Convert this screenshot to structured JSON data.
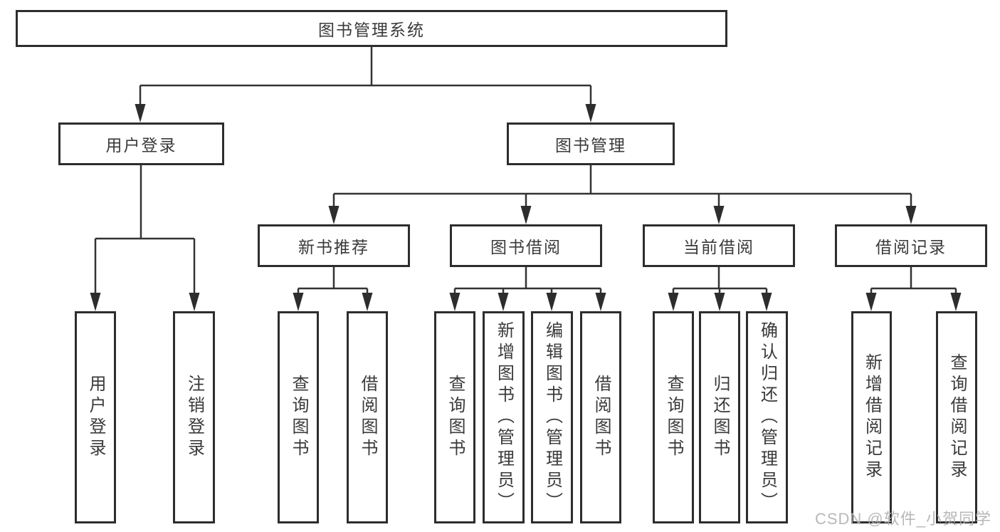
{
  "diagram": {
    "root_label": "图书管理系统",
    "branches": [
      {
        "label": "用户登录",
        "children": [
          "用户登录",
          "注销登录"
        ]
      },
      {
        "label": "图书管理",
        "groups": [
          {
            "label": "新书推荐",
            "children": [
              "查询图书",
              "借阅图书"
            ]
          },
          {
            "label": "图书借阅",
            "children": [
              "查询图书",
              "新增图书（管理员）",
              "编辑图书（管理员）",
              "借阅图书"
            ]
          },
          {
            "label": "当前借阅",
            "children": [
              "查询图书",
              "归还图书",
              "确认归还（管理员）"
            ]
          },
          {
            "label": "借阅记录",
            "children": [
              "新增借阅记录",
              "查询借阅记录"
            ]
          }
        ]
      }
    ]
  },
  "watermark": {
    "text": "CSDN @软件_小贺同学"
  },
  "colors": {
    "line": "#333333",
    "border": "#2d2d2d",
    "text": "#3a3a3a",
    "background": "#ffffff",
    "watermark": "#b0b0b0"
  }
}
